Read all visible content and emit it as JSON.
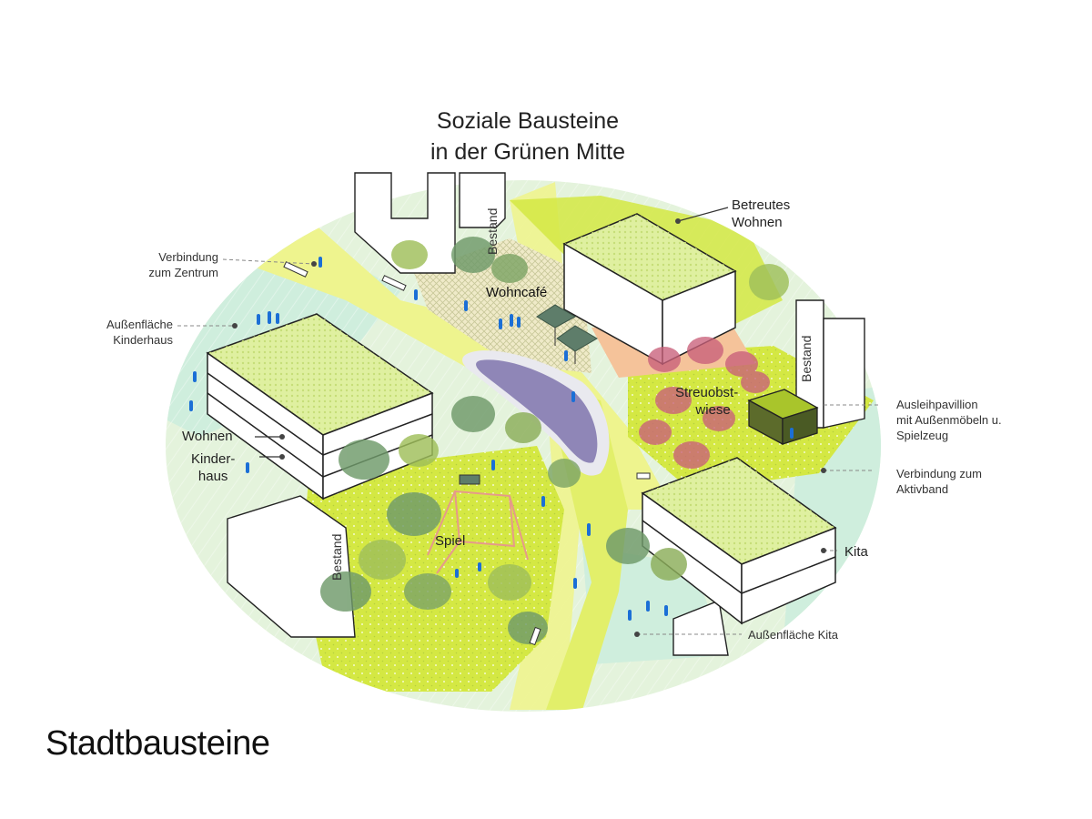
{
  "title_line1": "Soziale Bausteine",
  "title_line2": "in der Grünen Mitte",
  "caption": "Stadtbausteine",
  "labels": {
    "verbindung_zentrum_1": "Verbindung",
    "verbindung_zentrum_2": "zum Zentrum",
    "aussen_kinderhaus_1": "Außenfläche",
    "aussen_kinderhaus_2": "Kinderhaus",
    "wohnen": "Wohnen",
    "kinderhaus_1": "Kinder-",
    "kinderhaus_2": "haus",
    "spiel": "Spiel",
    "wohncafe": "Wohncafé",
    "streuobst_1": "Streuobst-",
    "streuobst_2": "wiese",
    "betreutes_1": "Betreutes",
    "betreutes_2": "Wohnen",
    "ausleih_1": "Ausleihpavillion",
    "ausleih_2": "mit Außenmöbeln u.",
    "ausleih_3": "Spielzeug",
    "aktivband_1": "Verbindung zum",
    "aktivband_2": "Aktivband",
    "kita": "Kita",
    "aussen_kita": "Außenfläche Kita",
    "bestand": "Bestand"
  },
  "colors": {
    "lime": "#d8ea4a",
    "light_lime": "#eef48e",
    "mint": "#c9ebd4",
    "tree_dark": "#6f9a6a",
    "tree_mid": "#9fbf5a",
    "blossom": "#c9607a",
    "pond": "#8f86b7",
    "wood": "#f2b07a",
    "people": "#1b6fd6",
    "roof": "#dff0a0"
  }
}
